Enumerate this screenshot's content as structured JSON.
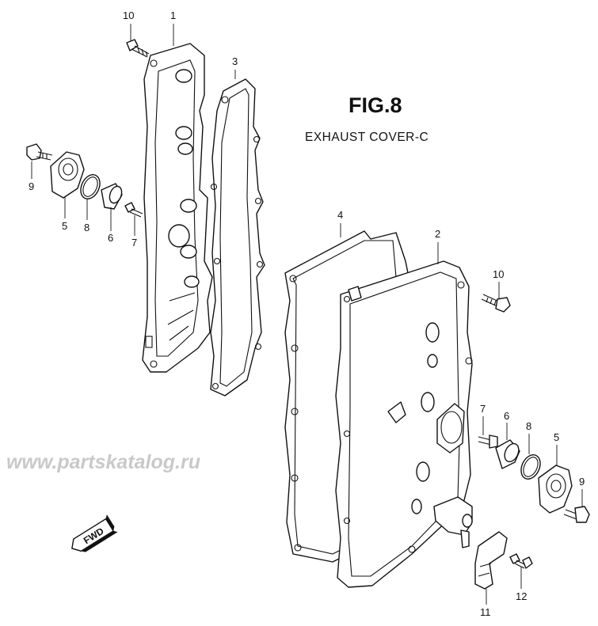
{
  "figure": {
    "title": "FIG.8",
    "subtitle": "EXHAUST COVER-C"
  },
  "watermark": "www.partskatalog.ru",
  "fwd_label": "FWD",
  "callouts": {
    "c1": "1",
    "c2": "2",
    "c3": "3",
    "c4": "4",
    "c5a": "5",
    "c5b": "5",
    "c6a": "6",
    "c6b": "6",
    "c7a": "7",
    "c7b": "7",
    "c8a": "8",
    "c8b": "8",
    "c9a": "9",
    "c9b": "9",
    "c10a": "10",
    "c10b": "10",
    "c11": "11",
    "c12": "12"
  }
}
